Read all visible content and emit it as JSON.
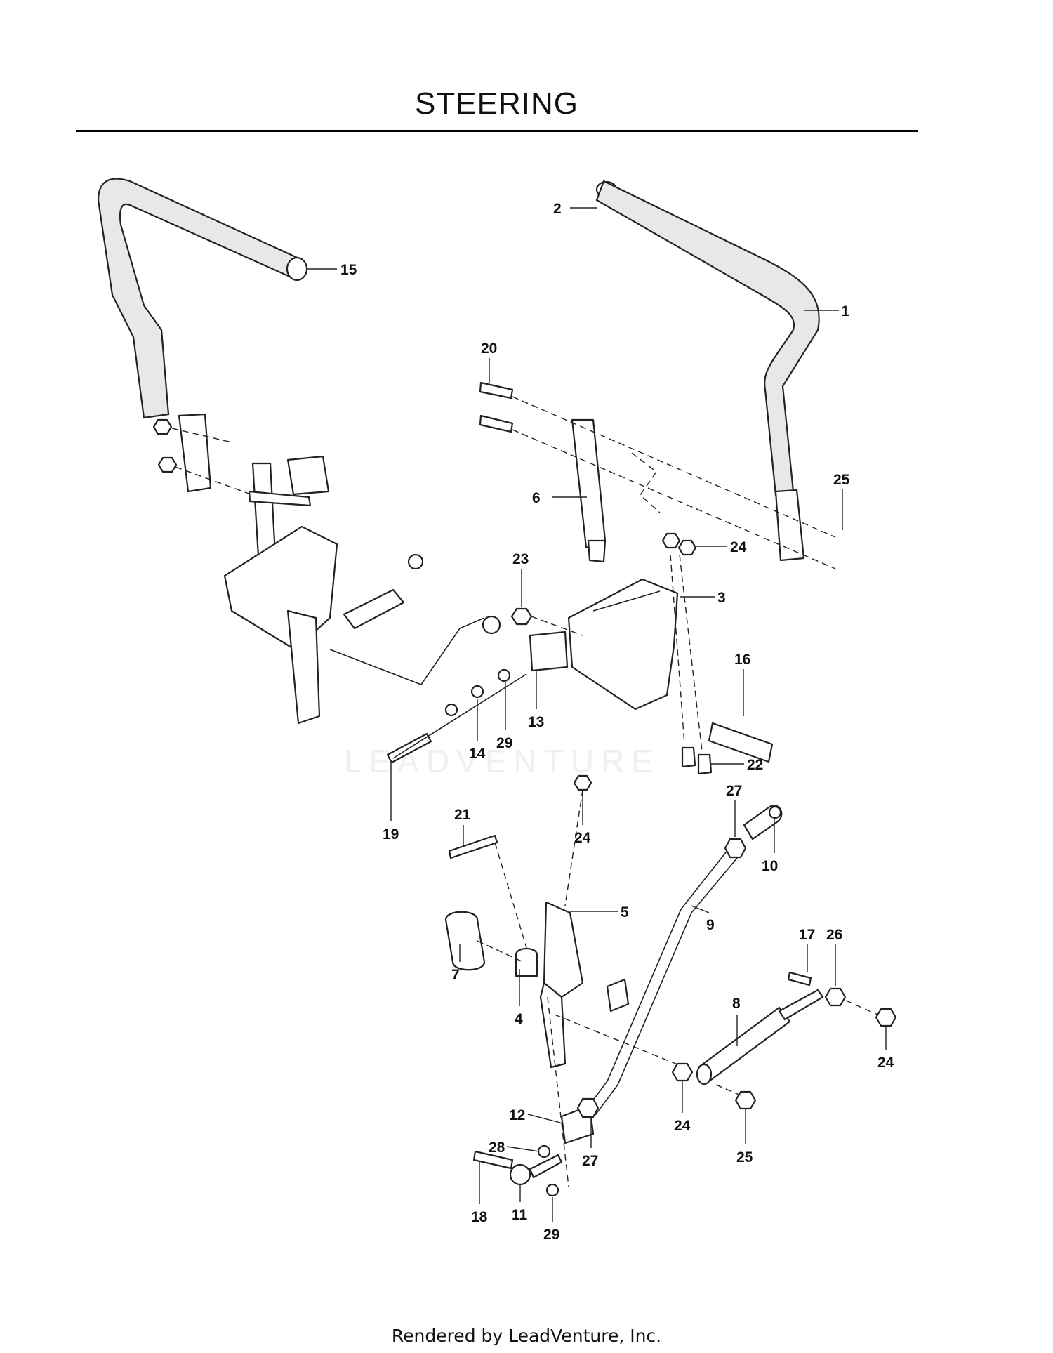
{
  "title": "STEERING",
  "footer": "Rendered by LeadVenture, Inc.",
  "watermark": "LEADVENTURE",
  "callouts": [
    "1",
    "2",
    "3",
    "4",
    "5",
    "6",
    "7",
    "8",
    "9",
    "10",
    "11",
    "12",
    "13",
    "14",
    "15",
    "16",
    "17",
    "18",
    "19",
    "20",
    "21",
    "22",
    "23",
    "24",
    "24",
    "24",
    "24",
    "24",
    "25",
    "25",
    "26",
    "27",
    "27",
    "28",
    "29",
    "29"
  ]
}
